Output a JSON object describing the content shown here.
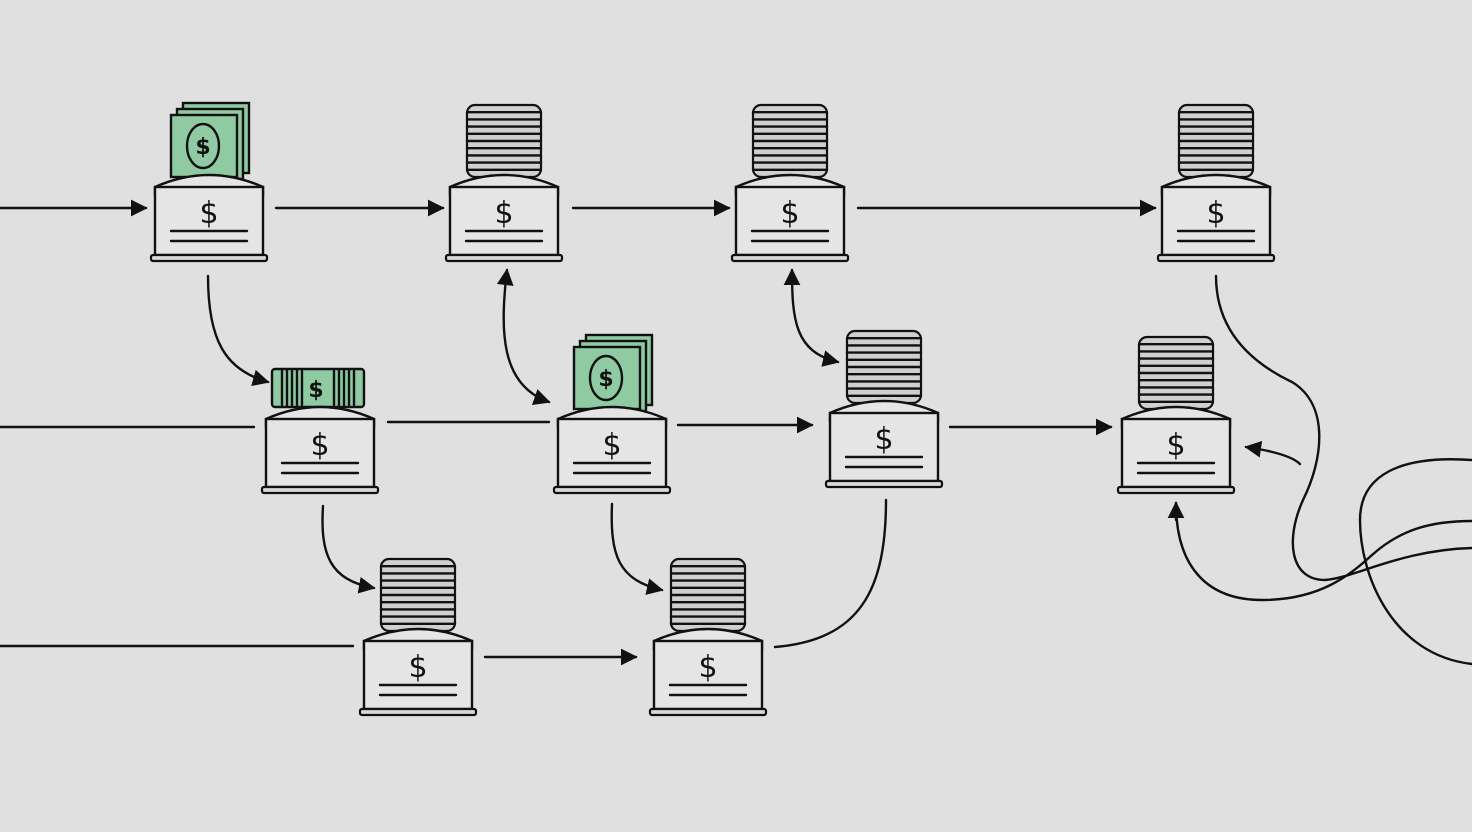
{
  "nodes": [
    {
      "id": "n1",
      "stack": "bills",
      "symbol": "$"
    },
    {
      "id": "n2",
      "stack": "coins",
      "symbol": "$"
    },
    {
      "id": "n3",
      "stack": "coins",
      "symbol": "$"
    },
    {
      "id": "n4",
      "stack": "coins",
      "symbol": "$"
    },
    {
      "id": "n5",
      "stack": "bills-flat",
      "symbol": "$"
    },
    {
      "id": "n6",
      "stack": "bills",
      "symbol": "$"
    },
    {
      "id": "n7",
      "stack": "coins",
      "symbol": "$"
    },
    {
      "id": "n8",
      "stack": "coins",
      "symbol": "$"
    },
    {
      "id": "n9",
      "stack": "coins",
      "symbol": "$"
    },
    {
      "id": "n10",
      "stack": "coins",
      "symbol": "$"
    }
  ],
  "colors": {
    "background": "#dfe0df",
    "stroke": "#111111",
    "cash": "#8fcaa3"
  },
  "icons": [
    "cash-register-icon",
    "banknote-stack-icon",
    "coin-stack-icon",
    "dollar-sign-icon",
    "arrow-icon"
  ]
}
